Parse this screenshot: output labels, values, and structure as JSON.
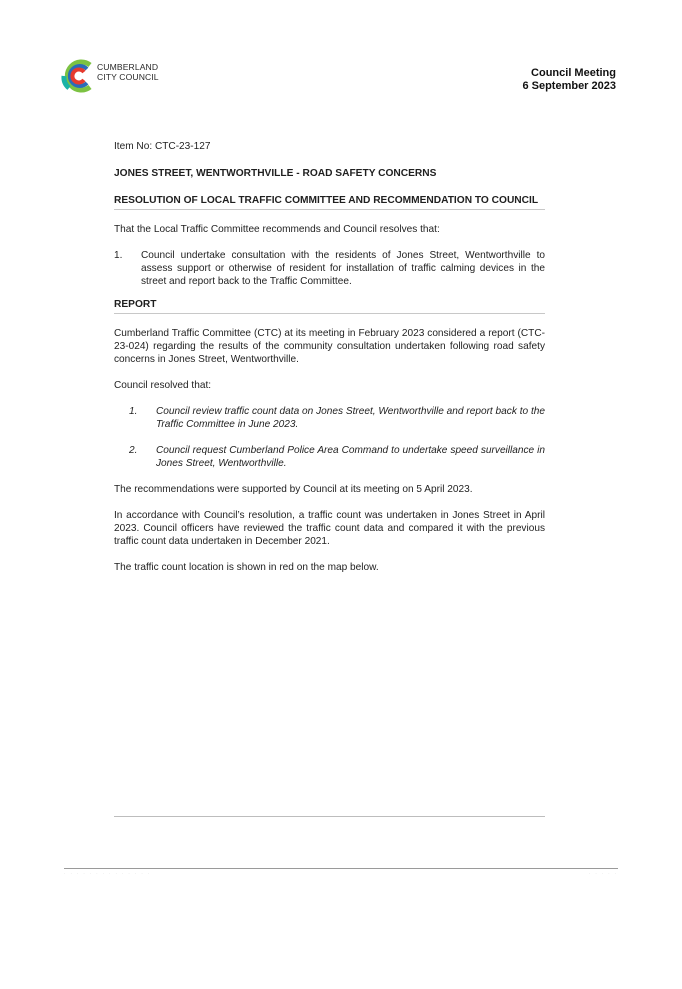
{
  "logo": {
    "line1": "CUMBERLAND",
    "line2": "CITY COUNCIL",
    "colors": {
      "red": "#e63a2e",
      "teal": "#1ab3a6",
      "blue": "#2b6cb8",
      "green": "#7cc242"
    }
  },
  "meeting": {
    "title": "Council Meeting",
    "date": "6 September 2023"
  },
  "item_no": "Item No: CTC-23-127",
  "subject": "JONES STREET, WENTWORTHVILLE - ROAD SAFETY CONCERNS",
  "resolution_heading": "RESOLUTION OF LOCAL TRAFFIC COMMITTEE AND RECOMMENDATION TO COUNCIL",
  "resolution_intro": "That the Local Traffic Committee recommends and Council resolves that:",
  "recommendations": [
    {
      "num": "1.",
      "text": "Council undertake consultation with the residents of Jones Street, Wentworthville to assess support or otherwise of resident for installation of traffic calming devices in the street and report back to the Traffic Committee."
    }
  ],
  "report_heading": "REPORT",
  "report_para1": "Cumberland Traffic Committee (CTC) at its meeting in February 2023 considered a report (CTC-23-024) regarding the results of the community consultation undertaken following road safety concerns in Jones Street, Wentworthville.",
  "council_resolved": "Council resolved that:",
  "resolutions": [
    {
      "num": "1.",
      "text": "Council review traffic count data on Jones Street, Wentworthville and report back to the Traffic Committee in June 2023."
    },
    {
      "num": "2.",
      "text": "Council request Cumberland Police Area Command to undertake speed surveillance in Jones Street, Wentworthville."
    }
  ],
  "supported_para": "The recommendations were supported by Council at its meeting on 5 April 2023.",
  "accordance_para": "In accordance with Council’s resolution, a traffic count was undertaken in Jones Street in April 2023. Council officers have reviewed the traffic count data and compared it with the previous traffic count data undertaken in December 2021.",
  "location_para": "The traffic count location is shown in red on the map below."
}
